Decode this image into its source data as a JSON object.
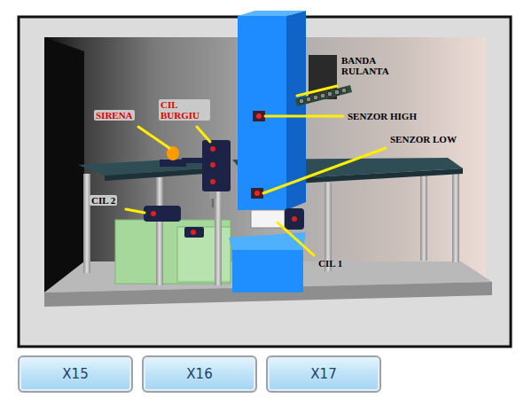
{
  "diagram": {
    "nodes": [
      {
        "text": [
          "X15"
        ]
      },
      {
        "text": [
          "X16"
        ]
      },
      {
        "text": [
          "X17"
        ]
      }
    ],
    "labels": [
      "BANDA RULANTA",
      "SENZOR HIGH",
      "SENZOR LOW",
      "SIRENA",
      "CIL BURGIU",
      "CIL 2",
      "CIL 1"
    ]
  }
}
